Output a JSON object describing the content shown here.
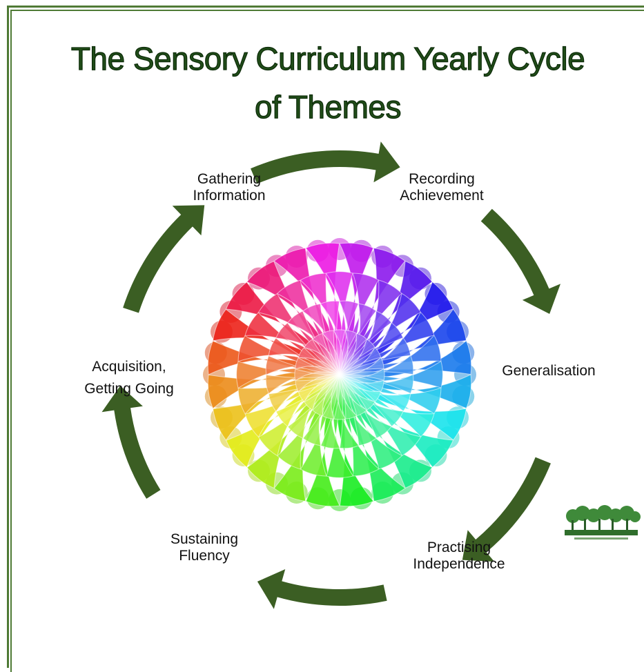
{
  "title": {
    "line1": "The Sensory Curriculum Yearly Cycle",
    "line2": "of Themes"
  },
  "stages": [
    {
      "label": "Gathering\nInformation"
    },
    {
      "label": "Recording\nAchievement"
    },
    {
      "label": "Generalisation"
    },
    {
      "label": "Practising\nIndependence"
    },
    {
      "label": "Sustaining\nFluency"
    },
    {
      "label": "Acquisition,\nGetting Going"
    }
  ],
  "colors": {
    "frame": "#4f7a35",
    "arrow": "#3b5e23",
    "title_fill": "#214d19"
  },
  "icons": {
    "center": "color-wheel-icon",
    "logo": "tree-logo-icon"
  }
}
